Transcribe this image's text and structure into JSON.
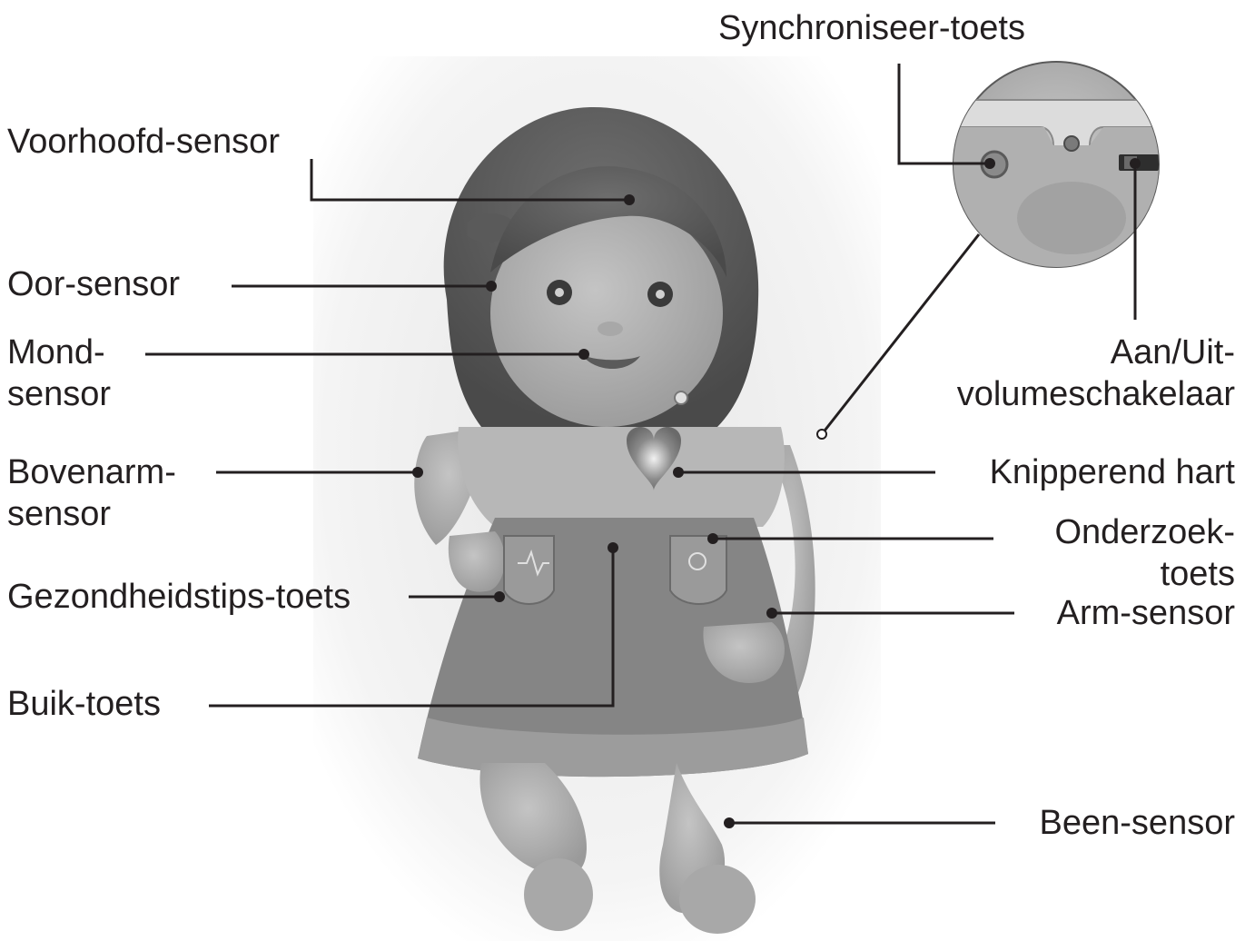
{
  "labels": {
    "voorhoofd": "Voorhoofd-sensor",
    "oor": "Oor-sensor",
    "mond_1": "Mond-",
    "mond_2": "sensor",
    "bovenarm_1": "Bovenarm-",
    "bovenarm_2": "sensor",
    "gezondheidstips": "Gezondheidstips-toets",
    "buik": "Buik-toets",
    "synchroniseer": "Synchroniseer-toets",
    "aanuit_1": "Aan/Uit-",
    "aanuit_2": "volumeschakelaar",
    "hart": "Knipperend hart",
    "onderzoek_1": "Onderzoek-",
    "onderzoek_2": "toets",
    "arm": "Arm-sensor",
    "been": "Been-sensor"
  },
  "colors": {
    "text": "#231f20",
    "line": "#231f20",
    "background": "#ffffff"
  }
}
